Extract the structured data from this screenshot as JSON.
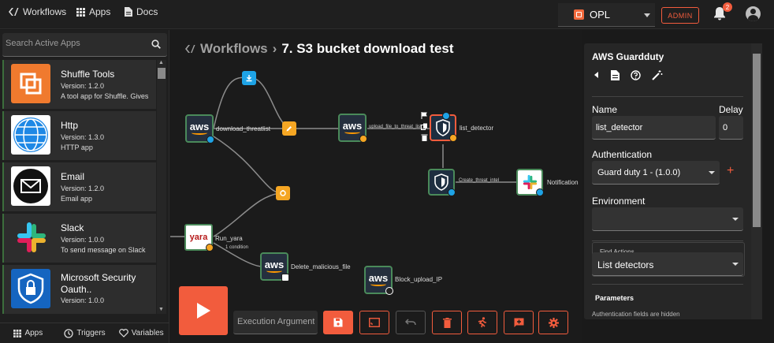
{
  "nav": {
    "workflows": "Workflows",
    "apps": "Apps",
    "docs": "Docs",
    "org_name": "OPL",
    "admin": "ADMIN",
    "notification_count": "2"
  },
  "sidebar": {
    "search_placeholder": "Search Active Apps",
    "apps": [
      {
        "name": "Shuffle Tools",
        "version": "Version: 1.2.0",
        "desc": "A tool app for Shuffle. Gives"
      },
      {
        "name": "Http",
        "version": "Version: 1.3.0",
        "desc": "HTTP app"
      },
      {
        "name": "Email",
        "version": "Version: 1.2.0",
        "desc": "Email app"
      },
      {
        "name": "Slack",
        "version": "Version: 1.0.0",
        "desc": "To send message on Slack"
      },
      {
        "name": "Microsoft Security Oauth..",
        "version": "Version: 1.0.0",
        "desc": ""
      }
    ],
    "tabs": {
      "apps": "Apps",
      "triggers": "Triggers",
      "variables": "Variables"
    }
  },
  "canvas": {
    "breadcrumb": "Workflows",
    "separator": "›",
    "workflow_name": "7. S3 bucket download test",
    "nodes": {
      "download_threatlist": "download_threatlist",
      "list_detector": "list_detector",
      "notification": "Notification",
      "run_yara": "Run_yara",
      "delete_malicious_file": "Delete_malicious_file",
      "block_upload_ip": "Block_upload_IP"
    },
    "edges": {
      "upload": "upload_file_to_threat_list",
      "create_threat_intel": "Create_threat_intel",
      "condition": "1 condition"
    },
    "yara_label": "yara",
    "aws_label": "aws",
    "exec_arg_placeholder": "Execution Argument"
  },
  "panel": {
    "app_title": "AWS Guardduty",
    "name_label": "Name",
    "delay_label": "Delay",
    "name_value": "list_detector",
    "delay_value": "0",
    "auth_label": "Authentication",
    "auth_value": "Guard duty 1 - (1.0.0)",
    "env_label": "Environment",
    "env_value": "",
    "find_actions_label": "Find Actions",
    "action_value": "List detectors",
    "params_label": "Parameters",
    "params_note": "Authentication fields are hidden"
  },
  "colors": {
    "accent": "#f25c3d",
    "node_border": "#4a8a5a",
    "aws_orange": "#ff9900"
  }
}
